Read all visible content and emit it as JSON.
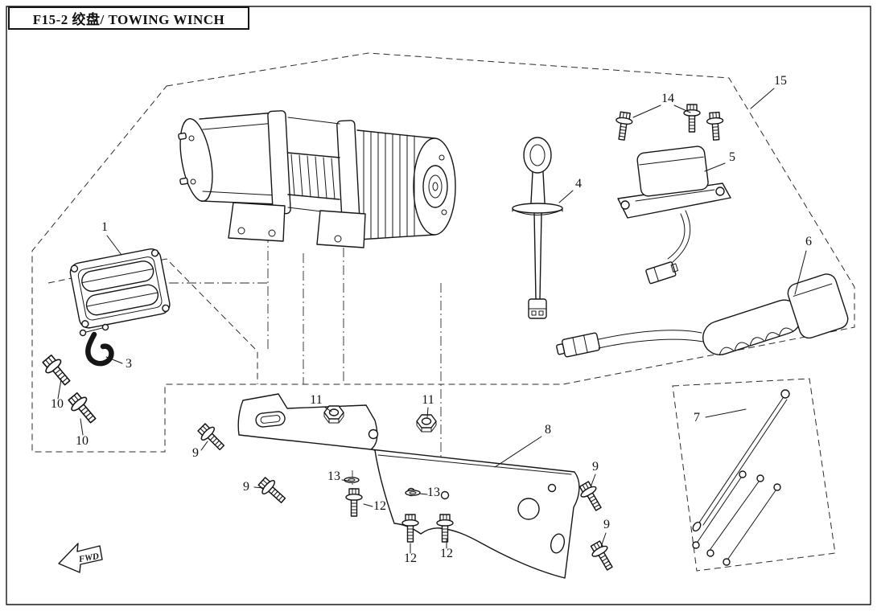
{
  "title": "F15-2 绞盘/ TOWING WINCH",
  "fwd_label": "FWD",
  "callouts": [
    {
      "label": "1"
    },
    {
      "label": "3"
    },
    {
      "label": "4"
    },
    {
      "label": "5"
    },
    {
      "label": "6"
    },
    {
      "label": "7"
    },
    {
      "label": "8"
    },
    {
      "label": "9"
    },
    {
      "label": "9"
    },
    {
      "label": "9"
    },
    {
      "label": "9"
    },
    {
      "label": "10"
    },
    {
      "label": "10"
    },
    {
      "label": "11"
    },
    {
      "label": "11"
    },
    {
      "label": "12"
    },
    {
      "label": "12"
    },
    {
      "label": "12"
    },
    {
      "label": "13"
    },
    {
      "label": "13"
    },
    {
      "label": "14"
    },
    {
      "label": "15"
    }
  ]
}
